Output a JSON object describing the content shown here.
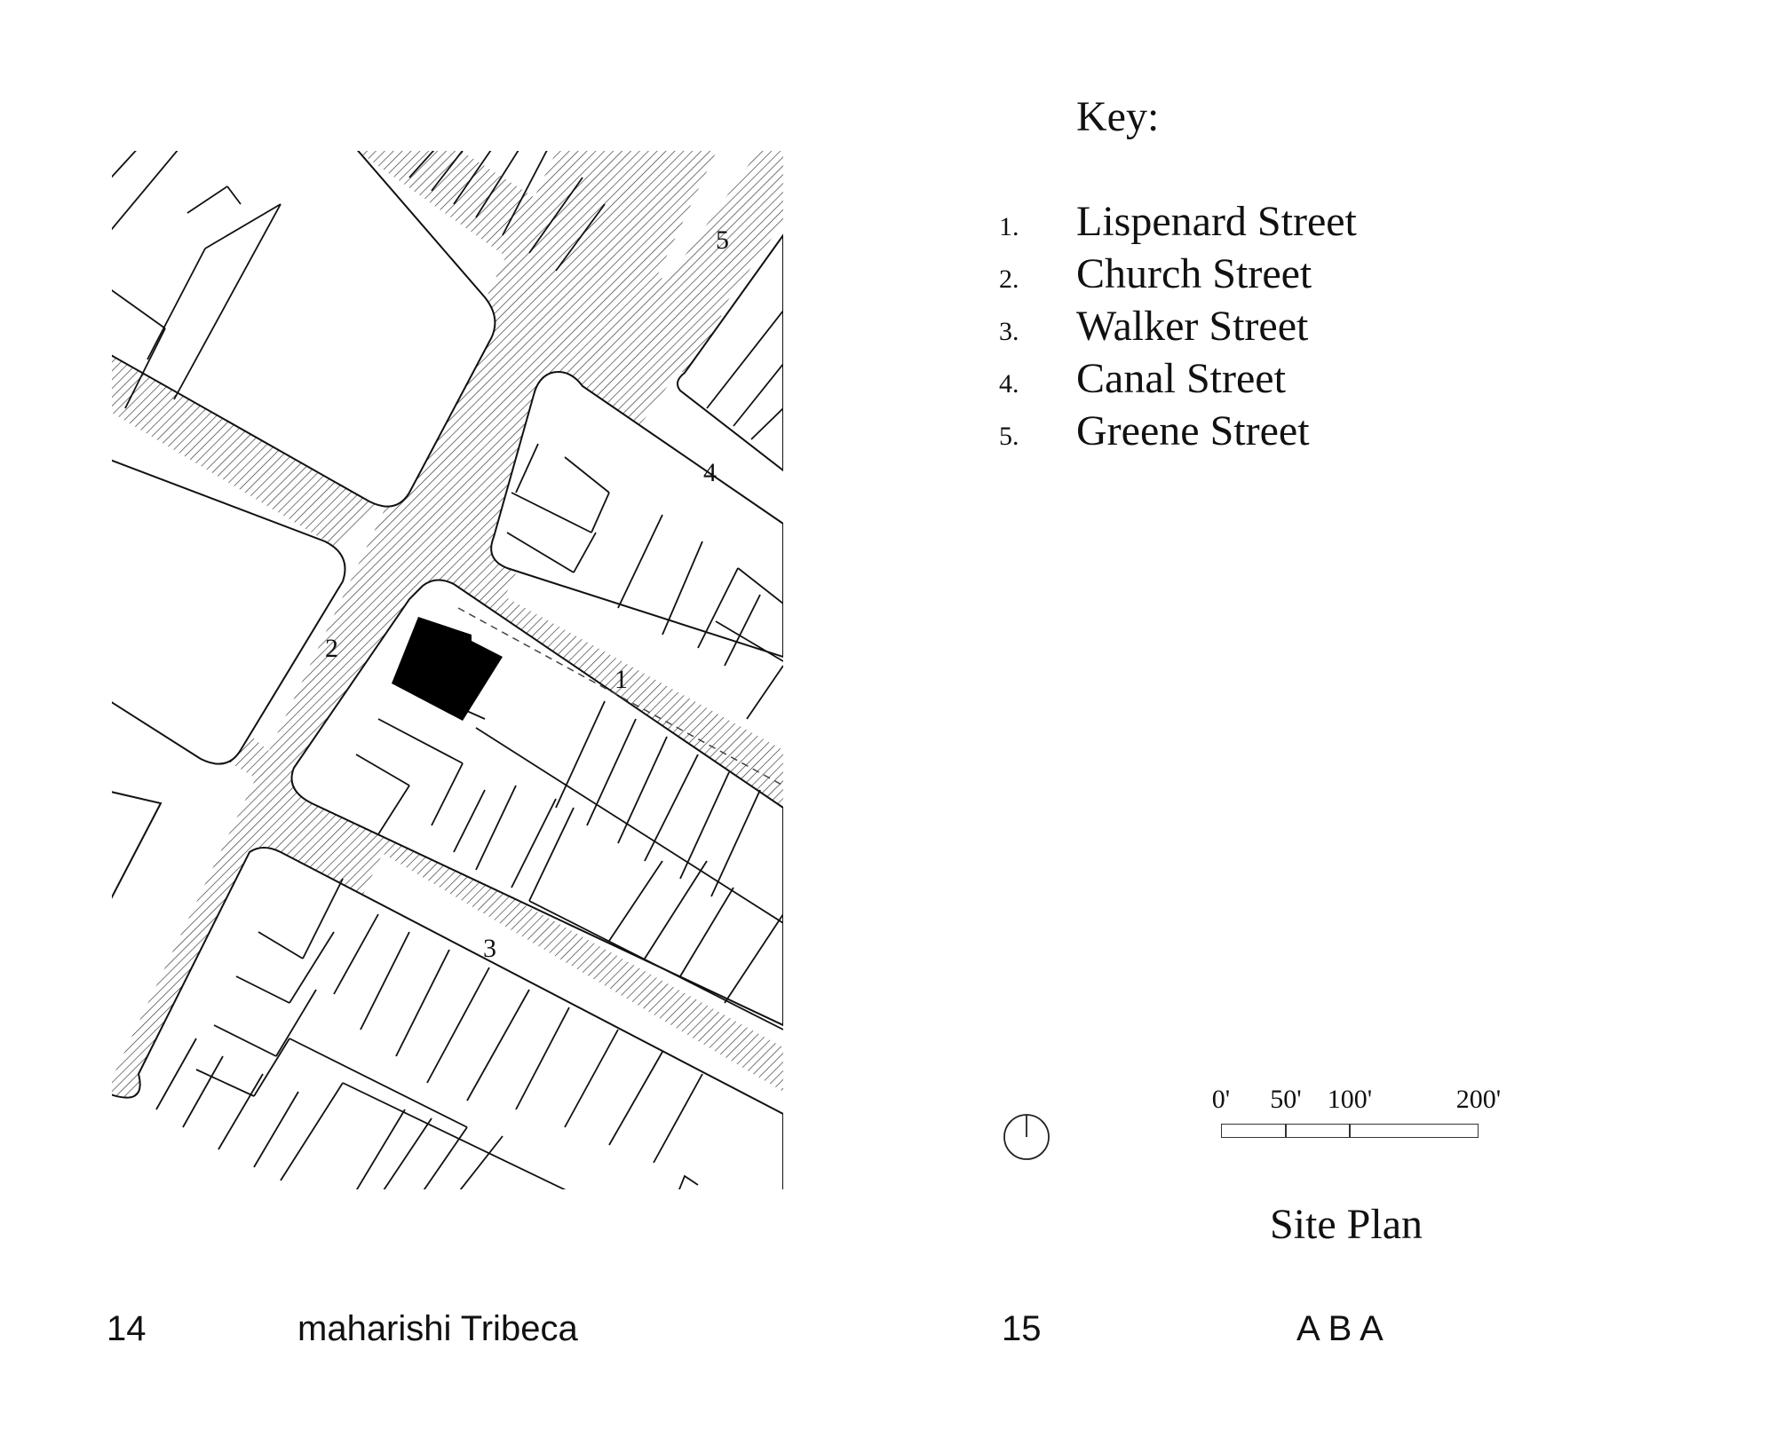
{
  "map": {
    "street_numbers": [
      {
        "label": "1",
        "street": "Lispenard Street"
      },
      {
        "label": "2",
        "street": "Church Street"
      },
      {
        "label": "3",
        "street": "Walker Street"
      },
      {
        "label": "4",
        "street": "Canal Street"
      },
      {
        "label": "5",
        "street": "Greene Street"
      }
    ]
  },
  "key": {
    "title": "Key:",
    "items": [
      {
        "number": "1.",
        "label": "Lispenard Street"
      },
      {
        "number": "2.",
        "label": "Church Street"
      },
      {
        "number": "3.",
        "label": "Walker Street"
      },
      {
        "number": "4.",
        "label": "Canal Street"
      },
      {
        "number": "5.",
        "label": "Greene Street"
      }
    ]
  },
  "scale": {
    "ticks": [
      "0'",
      "50'",
      "100'",
      "200'"
    ]
  },
  "plan_title": "Site Plan",
  "footer": {
    "left_page_number": "14",
    "left_title": "maharishi Tribeca",
    "right_page_number": "15",
    "right_title": "A B A"
  },
  "colors": {
    "ink": "#111111",
    "highlight_building": "#000000",
    "background": "#ffffff"
  },
  "icons": {
    "north": "north-arrow-icon"
  }
}
